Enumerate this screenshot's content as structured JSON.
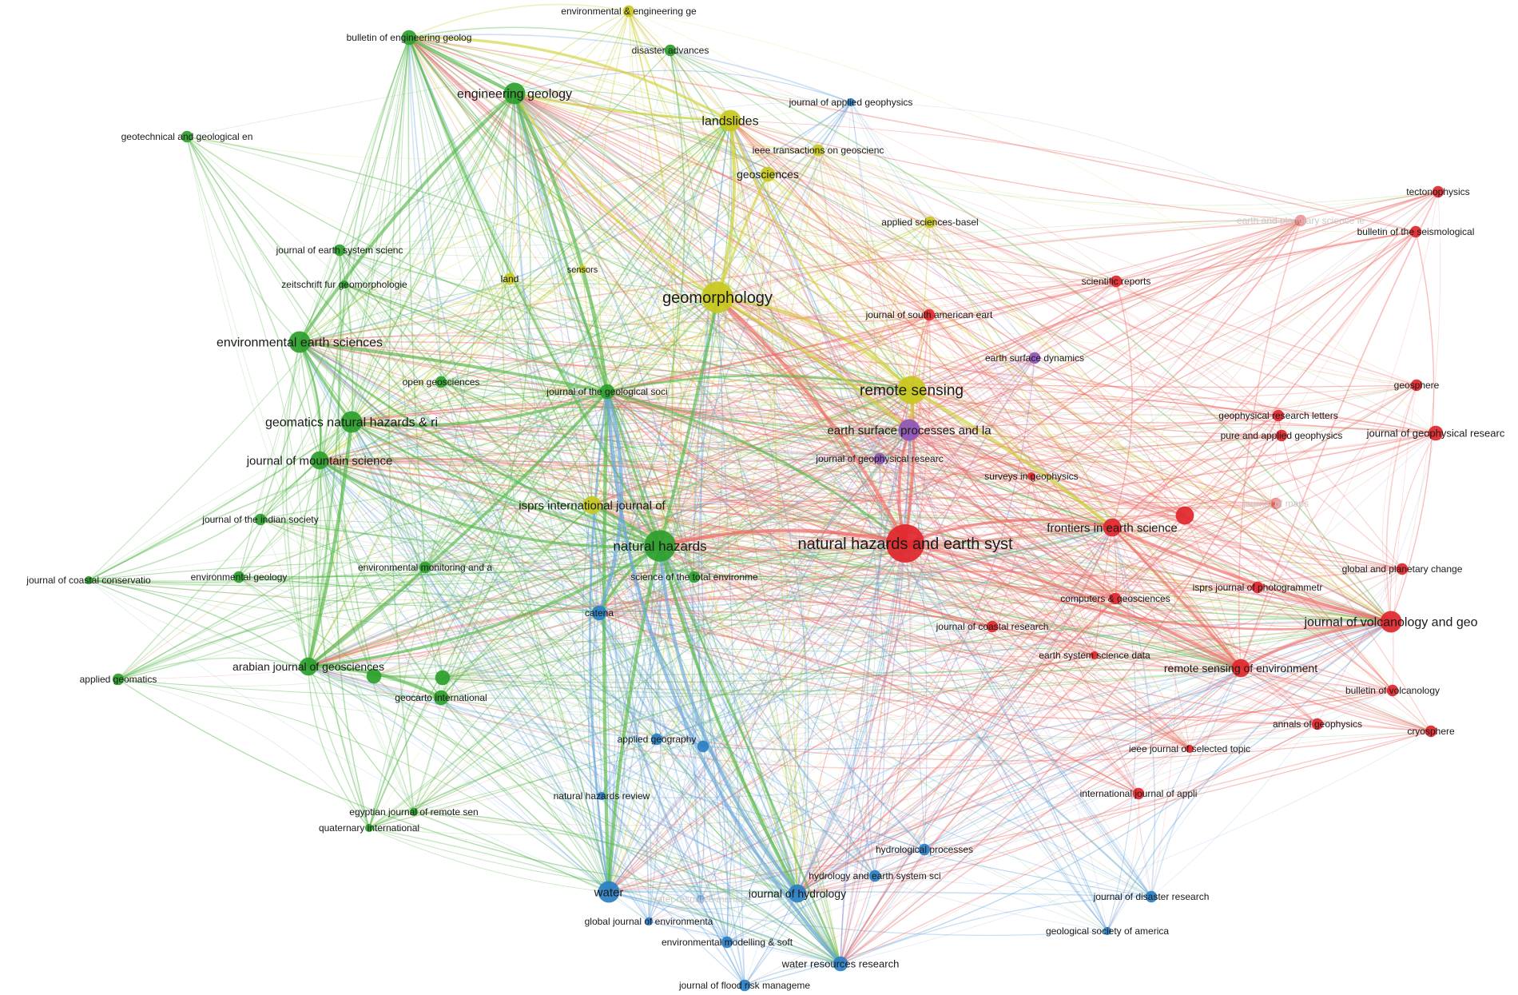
{
  "clusters": {
    "green": "#2ca02c",
    "yellow": "#c8c81e",
    "red": "#e0262b",
    "blue": "#2a7fc4",
    "purple": "#8e56b8"
  },
  "edge_colors": {
    "green": "#56b84a",
    "yellow": "#cfd23a",
    "red": "#ee6a66",
    "blue": "#6aa6dc",
    "purple": "#a685cc"
  },
  "nodes": [
    {
      "id": "nhess",
      "label": "natural hazards and earth syst",
      "cluster": "red",
      "weight": 10
    },
    {
      "id": "geomorph",
      "label": "geomorphology",
      "cluster": "yellow",
      "weight": 8
    },
    {
      "id": "rs",
      "label": "remote sensing",
      "cluster": "yellow",
      "weight": 7
    },
    {
      "id": "nh",
      "label": "natural hazards",
      "cluster": "green",
      "weight": 8
    },
    {
      "id": "eng",
      "label": "engineering geology",
      "cluster": "green",
      "weight": 5
    },
    {
      "id": "lands",
      "label": "landslides",
      "cluster": "yellow",
      "weight": 5
    },
    {
      "id": "ees",
      "label": "environmental earth sciences",
      "cluster": "green",
      "weight": 5
    },
    {
      "id": "gnhr",
      "label": "geomatics natural hazards & ri",
      "cluster": "green",
      "weight": 5
    },
    {
      "id": "jms",
      "label": "journal of mountain science",
      "cluster": "green",
      "weight": 4
    },
    {
      "id": "isprsij",
      "label": "isprs international journal of",
      "cluster": "yellow",
      "weight": 4
    },
    {
      "id": "espl",
      "label": "earth surface processes and la",
      "cluster": "purple",
      "weight": 5
    },
    {
      "id": "fes",
      "label": "frontiers in earth science",
      "cluster": "red",
      "weight": 4
    },
    {
      "id": "jvgr",
      "label": "journal of volcanology and geo",
      "cluster": "red",
      "weight": 5
    },
    {
      "id": "ajg",
      "label": "arabian journal of geosciences",
      "cluster": "green",
      "weight": 4
    },
    {
      "id": "rse",
      "label": "remote sensing of environment",
      "cluster": "red",
      "weight": 4
    },
    {
      "id": "water",
      "label": "water",
      "cluster": "blue",
      "weight": 5
    },
    {
      "id": "jhyd",
      "label": "journal of hydrology",
      "cluster": "blue",
      "weight": 4
    },
    {
      "id": "wrr",
      "label": "water resources research",
      "cluster": "blue",
      "weight": 3
    },
    {
      "id": "jgs",
      "label": "journal of the geological soci",
      "cluster": "green",
      "weight": 3
    },
    {
      "id": "beg",
      "label": "bulletin of engineering geolog",
      "cluster": "green",
      "weight": 3
    },
    {
      "id": "eeg",
      "label": "environmental & engineering ge",
      "cluster": "yellow",
      "weight": 2
    },
    {
      "id": "da",
      "label": "disaster advances",
      "cluster": "green",
      "weight": 2
    },
    {
      "id": "jag",
      "label": "journal of applied geophysics",
      "cluster": "blue",
      "weight": 1
    },
    {
      "id": "gge",
      "label": "geotechnical and geological en",
      "cluster": "green",
      "weight": 2
    },
    {
      "id": "ieeetg",
      "label": "ieee transactions on geoscienc",
      "cluster": "yellow",
      "weight": 2
    },
    {
      "id": "geosci",
      "label": "geosciences",
      "cluster": "yellow",
      "weight": 3
    },
    {
      "id": "asb",
      "label": "applied sciences-basel",
      "cluster": "yellow",
      "weight": 2
    },
    {
      "id": "jess",
      "label": "journal of earth system scienc",
      "cluster": "green",
      "weight": 2
    },
    {
      "id": "land",
      "label": "land",
      "cluster": "yellow",
      "weight": 2
    },
    {
      "id": "sensors",
      "label": "sensors",
      "cluster": "yellow",
      "weight": 1
    },
    {
      "id": "zfg",
      "label": "zeitschrift fur geomorphologie",
      "cluster": "green",
      "weight": 1
    },
    {
      "id": "jsae",
      "label": "journal of south american eart",
      "cluster": "red",
      "weight": 2
    },
    {
      "id": "esd",
      "label": "earth surface dynamics",
      "cluster": "purple",
      "weight": 2
    },
    {
      "id": "og",
      "label": "open geosciences",
      "cluster": "green",
      "weight": 2
    },
    {
      "id": "jgr",
      "label": "journal of geophysical researc",
      "cluster": "purple",
      "weight": 2
    },
    {
      "id": "sig",
      "label": "surveys in geophysics",
      "cluster": "red",
      "weight": 1
    },
    {
      "id": "jis",
      "label": "journal of the indian society",
      "cluster": "green",
      "weight": 2
    },
    {
      "id": "emaa",
      "label": "environmental monitoring and a",
      "cluster": "green",
      "weight": 2
    },
    {
      "id": "eg",
      "label": "environmental geology",
      "cluster": "green",
      "weight": 2
    },
    {
      "id": "jcc",
      "label": "journal of coastal conservatio",
      "cluster": "green",
      "weight": 1
    },
    {
      "id": "ste",
      "label": "science of the total environme",
      "cluster": "green",
      "weight": 2
    },
    {
      "id": "catena",
      "label": "catena",
      "cluster": "blue",
      "weight": 3
    },
    {
      "id": "ag",
      "label": "applied geomatics",
      "cluster": "green",
      "weight": 2
    },
    {
      "id": "gi",
      "label": "geocarto international",
      "cluster": "green",
      "weight": 3
    },
    {
      "id": "appgeo",
      "label": "applied geography",
      "cluster": "blue",
      "weight": 2
    },
    {
      "id": "nhr",
      "label": "natural hazards review",
      "cluster": "blue",
      "weight": 1
    },
    {
      "id": "ejrs",
      "label": "egyptian journal of remote sen",
      "cluster": "green",
      "weight": 1
    },
    {
      "id": "qi",
      "label": "quaternary international",
      "cluster": "green",
      "weight": 1
    },
    {
      "id": "hp",
      "label": "hydrological processes",
      "cluster": "blue",
      "weight": 2
    },
    {
      "id": "hess",
      "label": "hydrology and earth system sci",
      "cluster": "blue",
      "weight": 2
    },
    {
      "id": "wrm",
      "label": "water resource manage",
      "cluster": "blue",
      "weight": 1,
      "faded": true
    },
    {
      "id": "gje",
      "label": "global journal of environmenta",
      "cluster": "blue",
      "weight": 1
    },
    {
      "id": "ems",
      "label": "environmental modelling & soft",
      "cluster": "blue",
      "weight": 2
    },
    {
      "id": "jfrm",
      "label": "journal of flood risk manageme",
      "cluster": "blue",
      "weight": 2
    },
    {
      "id": "jdr",
      "label": "journal of disaster research",
      "cluster": "blue",
      "weight": 2
    },
    {
      "id": "gsa",
      "label": "geological society of america",
      "cluster": "blue",
      "weight": 1
    },
    {
      "id": "tecto",
      "label": "tectonophysics",
      "cluster": "red",
      "weight": 2
    },
    {
      "id": "epsl",
      "label": "earth and planetary science le",
      "cluster": "red",
      "weight": 2,
      "faded": true
    },
    {
      "id": "bssa",
      "label": "bulletin of the seismological",
      "cluster": "red",
      "weight": 2
    },
    {
      "id": "sr",
      "label": "scientific reports",
      "cluster": "red",
      "weight": 2
    },
    {
      "id": "geosph",
      "label": "geosphere",
      "cluster": "red",
      "weight": 2
    },
    {
      "id": "grl",
      "label": "geophysical research letters",
      "cluster": "red",
      "weight": 2
    },
    {
      "id": "jgr2",
      "label": "journal of geophysical researc",
      "cluster": "red",
      "weight": 3
    },
    {
      "id": "pag",
      "label": "pure and applied geophysics",
      "cluster": "red",
      "weight": 2
    },
    {
      "id": "jmaps",
      "label": "journal of maps",
      "cluster": "red",
      "weight": 2,
      "faded": true
    },
    {
      "id": "gpc",
      "label": "global and planetary change",
      "cluster": "red",
      "weight": 2
    },
    {
      "id": "isprsjp",
      "label": "isprs journal of photogrammetr",
      "cluster": "red",
      "weight": 2
    },
    {
      "id": "cg",
      "label": "computers & geosciences",
      "cluster": "red",
      "weight": 2
    },
    {
      "id": "jcr",
      "label": "journal of coastal research",
      "cluster": "red",
      "weight": 2
    },
    {
      "id": "essd",
      "label": "earth system science data",
      "cluster": "red",
      "weight": 1
    },
    {
      "id": "bv",
      "label": "bulletin of volcanology",
      "cluster": "red",
      "weight": 2
    },
    {
      "id": "aog",
      "label": "annals of geophysics",
      "cluster": "red",
      "weight": 2
    },
    {
      "id": "cryo",
      "label": "cryosphere",
      "cluster": "red",
      "weight": 2
    },
    {
      "id": "ieeejst",
      "label": "ieee journal of selected topic",
      "cluster": "red",
      "weight": 1
    },
    {
      "id": "ijap",
      "label": "international journal of appli",
      "cluster": "red",
      "weight": 2
    },
    {
      "id": "red_unl",
      "label": "",
      "cluster": "red",
      "weight": 4
    },
    {
      "id": "grn_unl1",
      "label": "",
      "cluster": "green",
      "weight": 3
    },
    {
      "id": "grn_unl2",
      "label": "",
      "cluster": "green",
      "weight": 3
    },
    {
      "id": "blu_unl1",
      "label": "",
      "cluster": "blue",
      "weight": 2
    }
  ],
  "hubs": [
    "nhess",
    "nh",
    "geomorph",
    "rs",
    "eng",
    "ees",
    "lands",
    "gnhr",
    "jms",
    "ajg",
    "jgs",
    "espl",
    "fes",
    "rse",
    "jvgr",
    "water",
    "jhyd",
    "wrr",
    "catena",
    "beg",
    "isprsij"
  ]
}
